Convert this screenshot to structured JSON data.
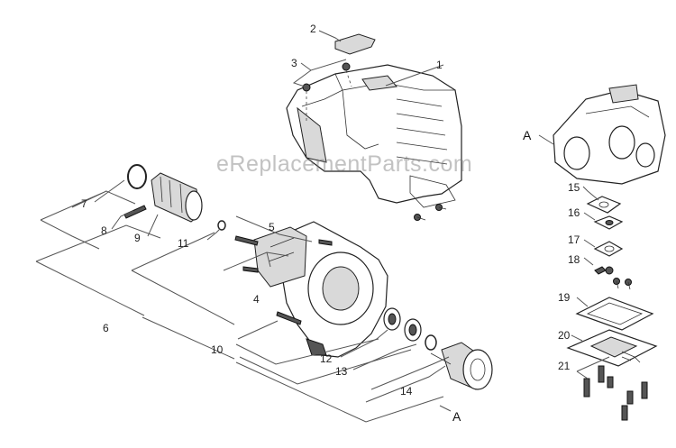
{
  "watermark": "eReplacementParts.com",
  "section_marker": "A",
  "callouts": {
    "p1": "1",
    "p2": "2",
    "p3": "3",
    "p4": "4",
    "p5": "5",
    "p6": "6",
    "p7": "7",
    "p8": "8",
    "p9": "9",
    "p10": "10",
    "p11": "11",
    "p12": "12",
    "p13": "13",
    "p14": "14",
    "p15": "15",
    "p16": "16",
    "p17": "17",
    "p18": "18",
    "p19": "19",
    "p20": "20",
    "p21": "21"
  }
}
